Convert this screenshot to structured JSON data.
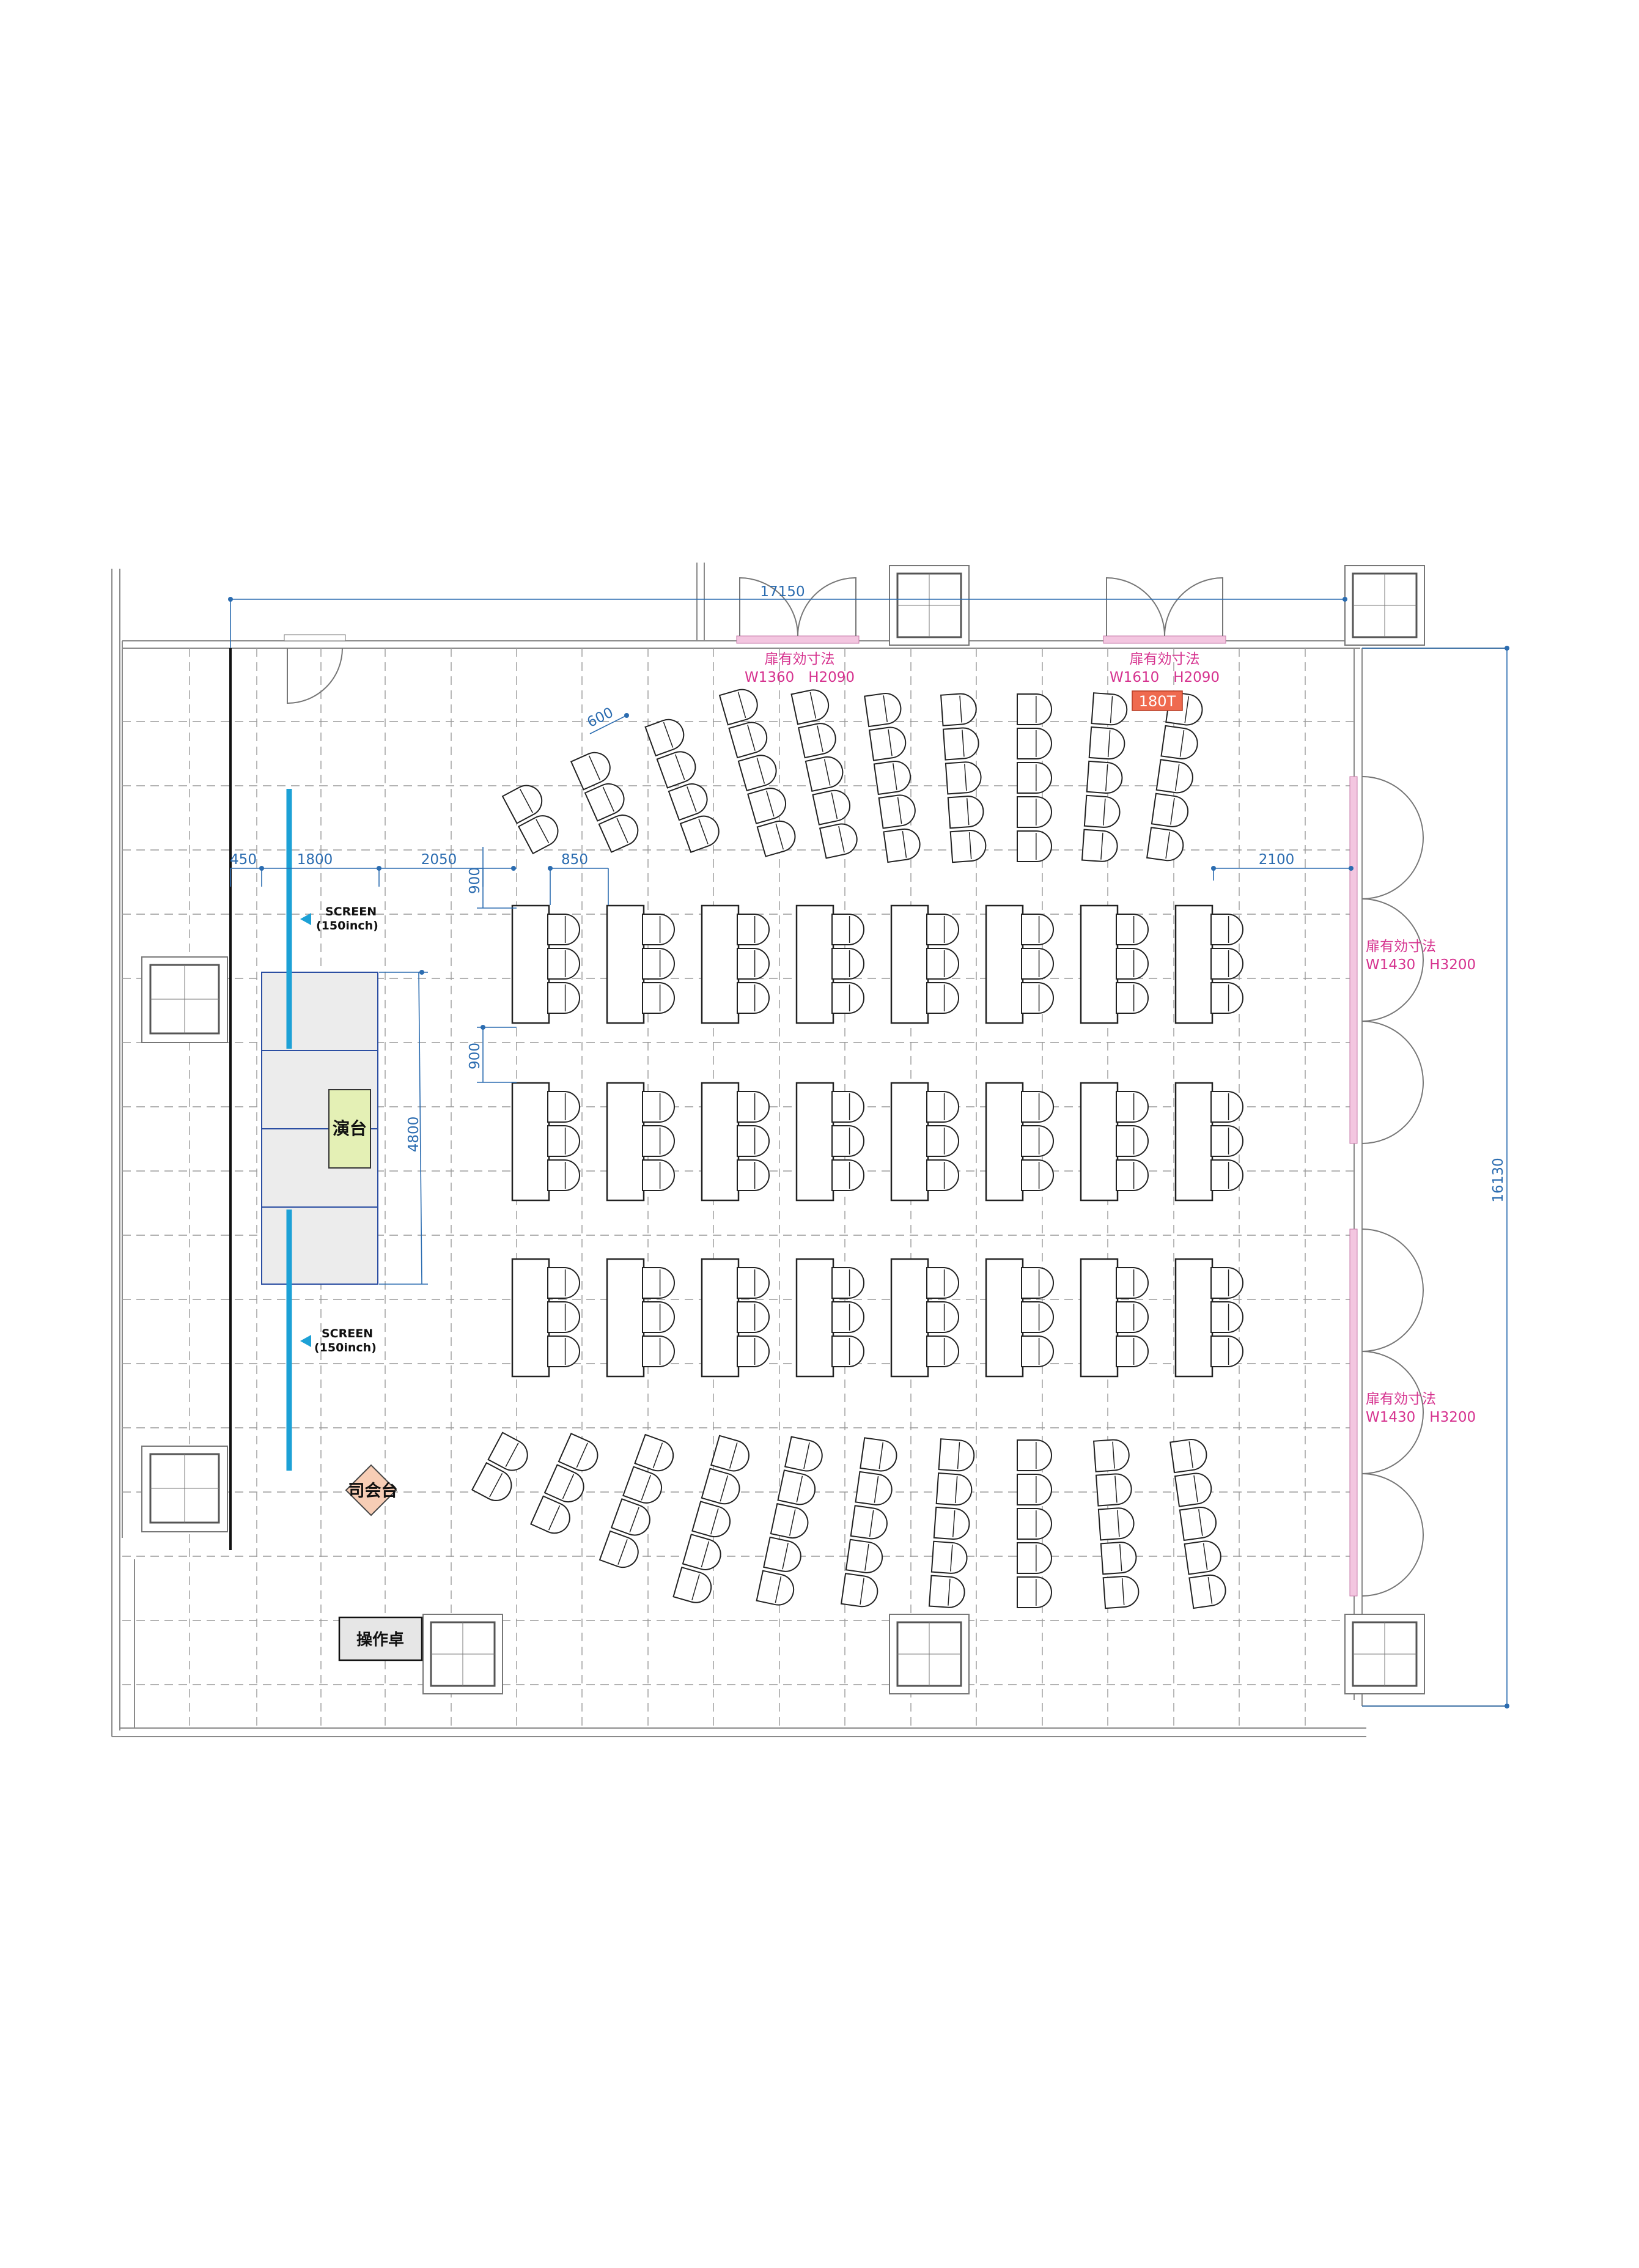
{
  "dimensions": {
    "overall_width": "17150",
    "overall_depth": "16130",
    "offset_450": "450",
    "offset_1800": "1800",
    "offset_2050": "2050",
    "offset_850": "850",
    "offset_2100": "2100",
    "gap_900_a": "900",
    "gap_900_b": "900",
    "angled_600": "600",
    "stage_4800": "4800"
  },
  "doors": {
    "top_left": {
      "title": "扉有効寸法",
      "size": "W1360　H2090"
    },
    "top_right": {
      "title": "扉有効寸法",
      "size": "W1610　H2090",
      "tag": "180T"
    },
    "right_upper": {
      "title": "扉有効寸法",
      "size": "W1430　H3200"
    },
    "right_lower": {
      "title": "扉有効寸法",
      "size": "W1430　H3200"
    }
  },
  "screens": {
    "upper": {
      "line1": "SCREEN",
      "line2": "(150inch)"
    },
    "lower": {
      "line1": "SCREEN",
      "line2": "(150inch)"
    }
  },
  "fixtures": {
    "podium": "演台",
    "mc_stand": "司会台",
    "console": "操作卓"
  },
  "layout_counts": {
    "table_rows": 3,
    "tables_per_row": 8,
    "chairs_per_table": 3,
    "arc_columns": 10
  },
  "colors": {
    "screen_line": "#1da1d6",
    "dimension": "#2b6cb0",
    "door_label": "#d6338f",
    "door_strip": "#f3c6e0",
    "podium_fill": "#e4f0b5",
    "mc_fill": "#f7cdb5",
    "tag_fill": "#ef6a4f",
    "stage_fill": "#ececec"
  }
}
